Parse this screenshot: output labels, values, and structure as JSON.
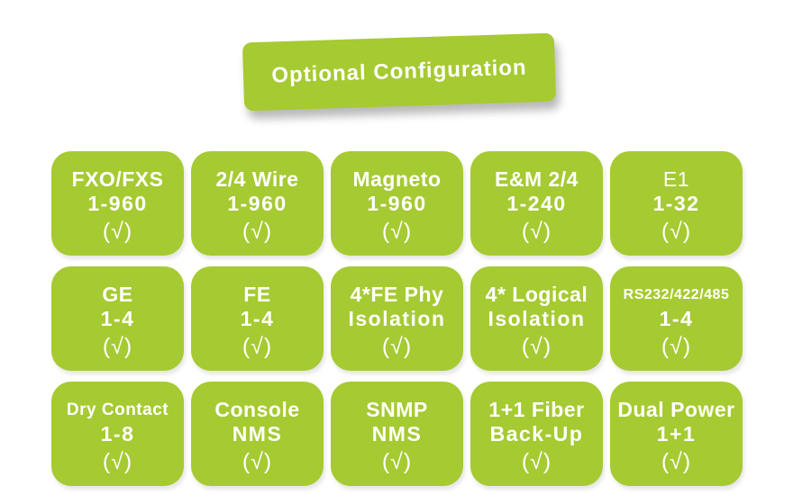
{
  "banner": {
    "label": "Optional Configuration"
  },
  "colors": {
    "box_green": "#a6ca32",
    "text_white": "#ffffff"
  },
  "boxes": [
    {
      "title": "FXO/FXS",
      "range": "1-960",
      "check": "(√)"
    },
    {
      "title": "2/4 Wire",
      "range": "1-960",
      "check": "(√)"
    },
    {
      "title": "Magneto",
      "range": "1-960",
      "check": "(√)"
    },
    {
      "title": "E&M 2/4",
      "range": "1-240",
      "check": "(√)"
    },
    {
      "title": "E1",
      "range": "1-32",
      "check": "(√)",
      "variant": "light"
    },
    {
      "title": "GE",
      "range": "1-4",
      "check": "(√)"
    },
    {
      "title": "FE",
      "range": "1-4",
      "check": "(√)"
    },
    {
      "title": "4*FE Phy",
      "range": "Isolation",
      "check": "(√)"
    },
    {
      "title": "4* Logical",
      "range": "Isolation",
      "check": "(√)"
    },
    {
      "title": "RS232/422/485",
      "range": "1-4",
      "check": "(√)"
    },
    {
      "title": "Dry Contact",
      "range": "1-8",
      "check": "(√)"
    },
    {
      "title": "Console",
      "range": "NMS",
      "check": "(√)"
    },
    {
      "title": "SNMP",
      "range": "NMS",
      "check": "(√)"
    },
    {
      "title": "1+1 Fiber",
      "range": "Back-Up",
      "check": "(√)"
    },
    {
      "title": "Dual Power",
      "range": "1+1",
      "check": "(√)"
    }
  ]
}
